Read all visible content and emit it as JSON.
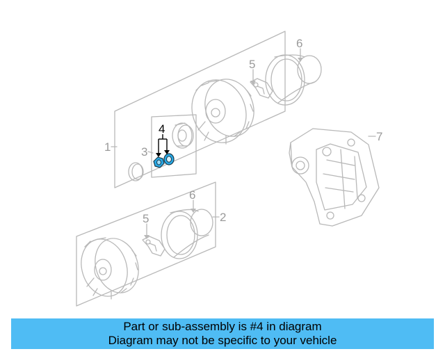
{
  "callouts": {
    "c1": "1",
    "c2": "2",
    "c3": "3",
    "c4": "4",
    "c5_top": "5",
    "c5_bottom": "5",
    "c6_top": "6",
    "c6_bottom": "6",
    "c7": "7"
  },
  "caption": {
    "line1": "Part or sub-assembly is #4 in diagram",
    "line2": "Diagram may not be specific to your vehicle"
  },
  "colors": {
    "line_art": "#b8b8b8",
    "highlight_part": "#29a9e6",
    "caption_bg": "#4fbcf4",
    "callout_active": "#000000",
    "callout_inactive": "#9a9a9a"
  }
}
